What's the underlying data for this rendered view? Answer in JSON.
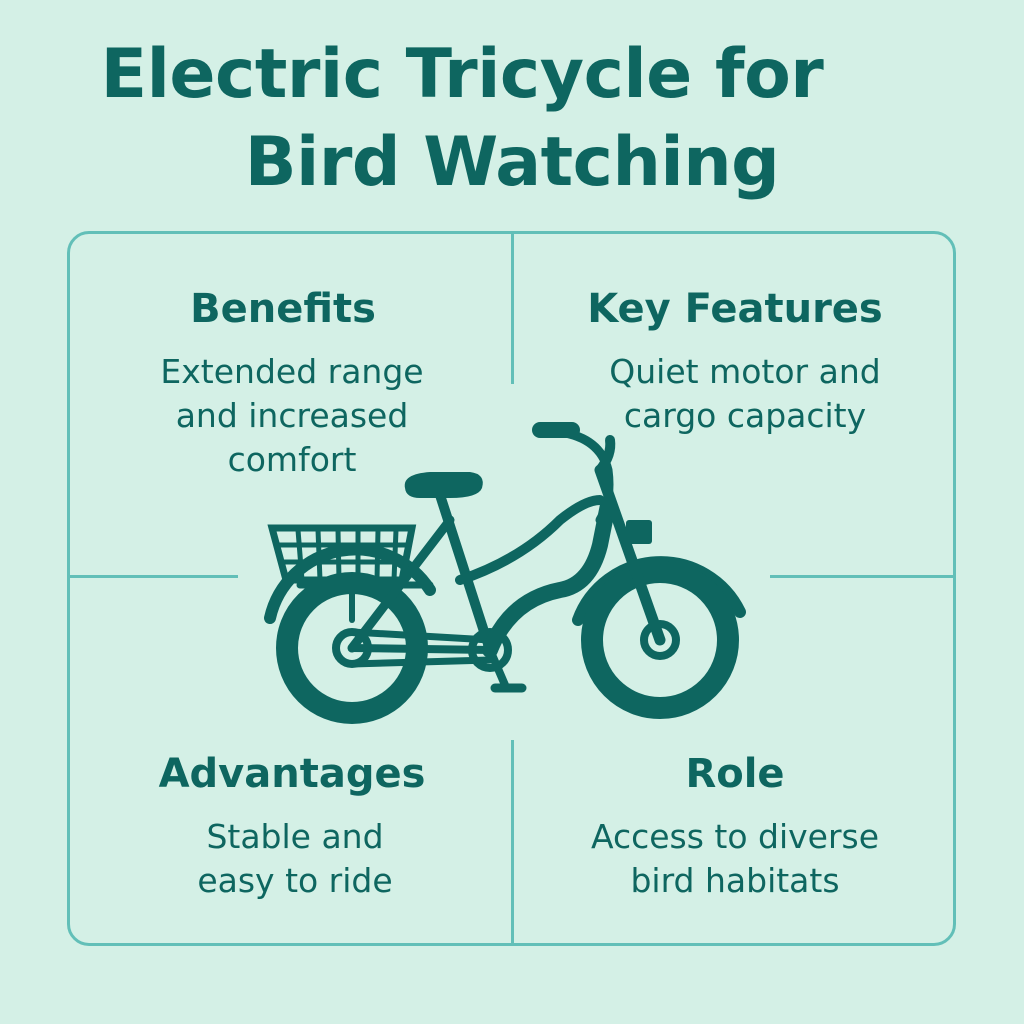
{
  "title": {
    "line1": "Electric Tricycle for",
    "line2": "Bird Watching"
  },
  "quadrants": {
    "benefits": {
      "heading": "Benefits",
      "lines": [
        "Extended range",
        "and increased",
        "comfort"
      ]
    },
    "key_features": {
      "heading": "Key Features",
      "lines": [
        "Quiet motor and",
        "cargo capacity"
      ]
    },
    "advantages": {
      "heading": "Advantages",
      "lines": [
        "Stable and",
        "easy to ride"
      ]
    },
    "role": {
      "heading": "Role",
      "lines": [
        "Access to diverse",
        "bird habitats"
      ]
    }
  },
  "illustration": {
    "icon": "electric-tricycle-icon"
  },
  "colors": {
    "background": "#d4f0e6",
    "primary": "#0e6660",
    "panel_border": "#62bfb8"
  }
}
